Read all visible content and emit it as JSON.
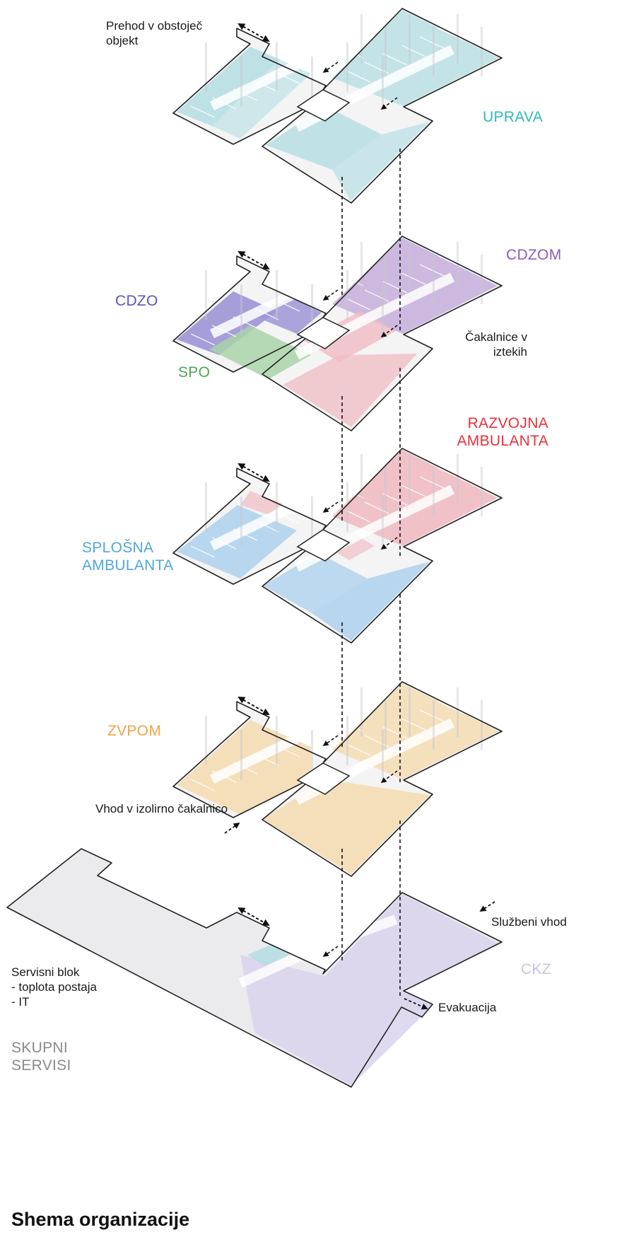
{
  "title": "Shema organizacije",
  "colors": {
    "uprava": "#b3dde2",
    "cdzom": "#c9b2dd",
    "cdzo": "#9d95d6",
    "spo": "#a9d4a8",
    "razvojna": "#f0bcc3",
    "splosna": "#b2d3ee",
    "zvpom": "#f5dcb4",
    "ckz": "#d9d4ec",
    "skupni": "#ebebed",
    "outline": "#222222"
  },
  "floors": [
    {
      "zones": [
        {
          "text": "UPRAVA",
          "color": "#2fb8c2"
        }
      ]
    },
    {
      "zones": [
        {
          "text": "CDZOM",
          "color": "#8e5cba"
        },
        {
          "text": "CDZO",
          "color": "#5a56b8"
        },
        {
          "text": "SPO",
          "color": "#4aa84e"
        }
      ]
    },
    {
      "zones": [
        {
          "text": "RAZVOJNA",
          "text2": "AMBULANTA",
          "color": "#e8313c"
        },
        {
          "text": "SPLOŠNA",
          "text2": "AMBULANTA",
          "color": "#4fa7de"
        }
      ]
    },
    {
      "zones": [
        {
          "text": "ZVPOM",
          "color": "#f0a444"
        }
      ]
    },
    {
      "zones": [
        {
          "text": "CKZ",
          "color": "#c7c1e6"
        },
        {
          "text": "SKUPNI",
          "text2": "SERVISI",
          "color": "#8a8a8a"
        }
      ]
    }
  ],
  "notes": {
    "prehod": {
      "line1": "Prehod v obstoječ",
      "line2": "objekt"
    },
    "cakalnice": {
      "line1": "Čakalnice v",
      "line2": "iztekih"
    },
    "vhod_izolirno": "Vhod v izolirno čakalnico",
    "sluzbeni_vhod": "Službeni vhod",
    "servisni": {
      "line1": "Servisni blok",
      "line2": "- toplota postaja",
      "line3": "- IT"
    },
    "evakuacija": "Evakuacija"
  }
}
